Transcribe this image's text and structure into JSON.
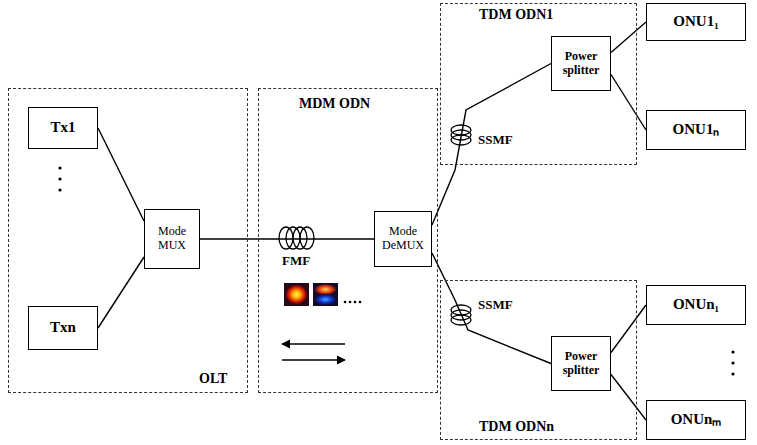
{
  "diagram": {
    "nodes": [
      {
        "text": [
          "OLT"
        ]
      },
      {
        "text": [
          "Tx1"
        ],
        "in": 0
      },
      {
        "text": [
          "Txn"
        ],
        "in": 0
      },
      {
        "text": [
          "Mode MUX"
        ],
        "in": 0
      },
      {
        "text": [
          "MDM ODN"
        ]
      },
      {
        "text": [
          "Mode DeMUX"
        ],
        "in": 4
      },
      {
        "text": [
          "TDM ODN1"
        ]
      },
      {
        "text": [
          "Power splitter"
        ],
        "in": 6
      },
      {
        "text": [
          "ONU1₁"
        ]
      },
      {
        "text": [
          "ONU1ₙ"
        ]
      },
      {
        "text": [
          "TDM ODNn"
        ]
      },
      {
        "text": [
          "Power splitter"
        ],
        "in": 10
      },
      {
        "text": [
          "ONUn₁"
        ]
      },
      {
        "text": [
          "ONUnₘ"
        ]
      }
    ],
    "edges": [
      {
        "from": 1,
        "to": 3,
        "arrow": "none"
      },
      {
        "from": 2,
        "to": 3,
        "arrow": "none"
      },
      {
        "from": 3,
        "to": 5,
        "arrow": "none"
      },
      {
        "from": 5,
        "to": 7,
        "arrow": "none"
      },
      {
        "from": 5,
        "to": 11,
        "arrow": "none"
      },
      {
        "from": 7,
        "to": 8,
        "arrow": "none"
      },
      {
        "from": 7,
        "to": 9,
        "arrow": "none"
      },
      {
        "from": 11,
        "to": 12,
        "arrow": "none"
      },
      {
        "from": 11,
        "to": 13,
        "arrow": "none"
      }
    ],
    "labels": [
      "FMF",
      "SSMF",
      "SSMF"
    ]
  }
}
